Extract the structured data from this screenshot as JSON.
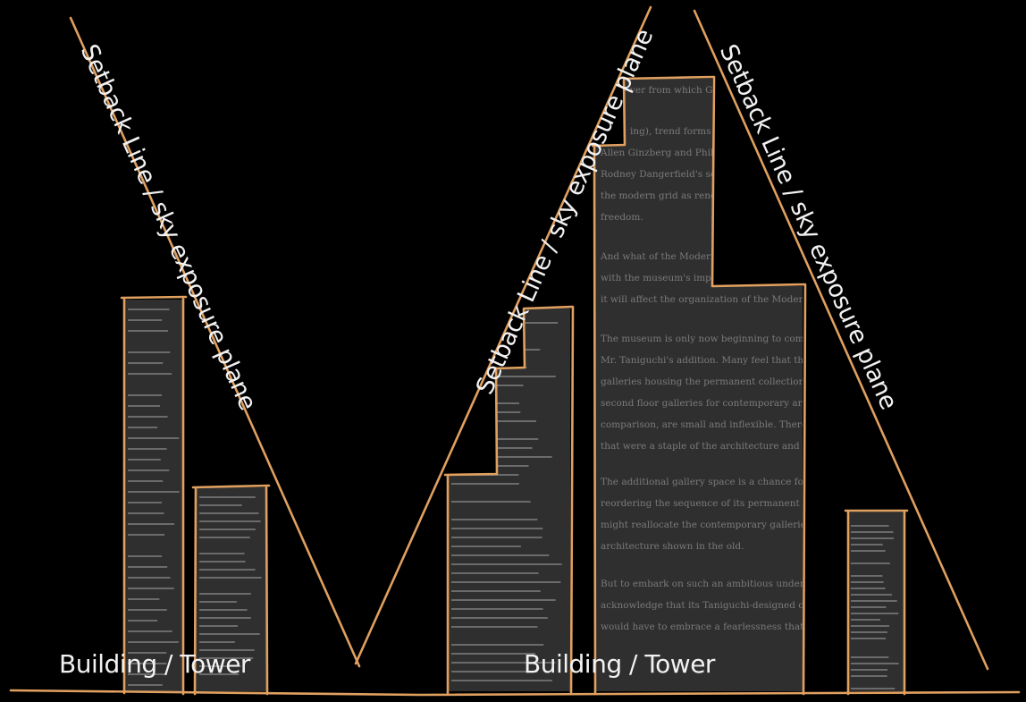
{
  "colors": {
    "background": "#000000",
    "sketch_line": "#e0a060",
    "building_fill": "#2f2f2f",
    "text_lines": "#6b6b6b",
    "label": "#f2f2f2"
  },
  "labels": {
    "setback_left": "Setback Line / sky exposure plane",
    "setback_center": "Setback Line / sky exposure plane",
    "setback_right": "Setback Line / sky exposure plane",
    "building_left": "Building / Tower",
    "building_right": "Building / Tower"
  },
  "document_text": [
    "ver from which Gurls",
    "ing), trend forms are",
    "Allen Ginzberg and Philip L. Good",
    "Rodney Dangerfield's some addit",
    "the modern grid as rendering s",
    "freedom.",
    "And what of the Modern? For",
    "with the museum's improvement",
    "it will affect the organization of the Modern's vast collection",
    "The museum is only now beginning to come to grips with th",
    "Mr. Taniguchi's addition. Many feel that the arrangement of",
    "galleries housing the permanent collection is confusing, and",
    "second floor galleries for contemporary art are too unwield",
    "comparison, are small and inflexible. There is no room for",
    "that were a staple of the architecture and design departmen",
    "The additional gallery space is a chance for MoMA to rethink",
    "reordering the sequence of its permanent collection, for exam",
    "might reallocate the contemporary galleries at the new tower",
    "architecture shown in the old.",
    "But to embark on such an ambitious undertaking the museu",
    "acknowledge that its Taniguchi-designed complex has proved",
    "would have to embrace a fearlessness that it hasn't shown in"
  ]
}
